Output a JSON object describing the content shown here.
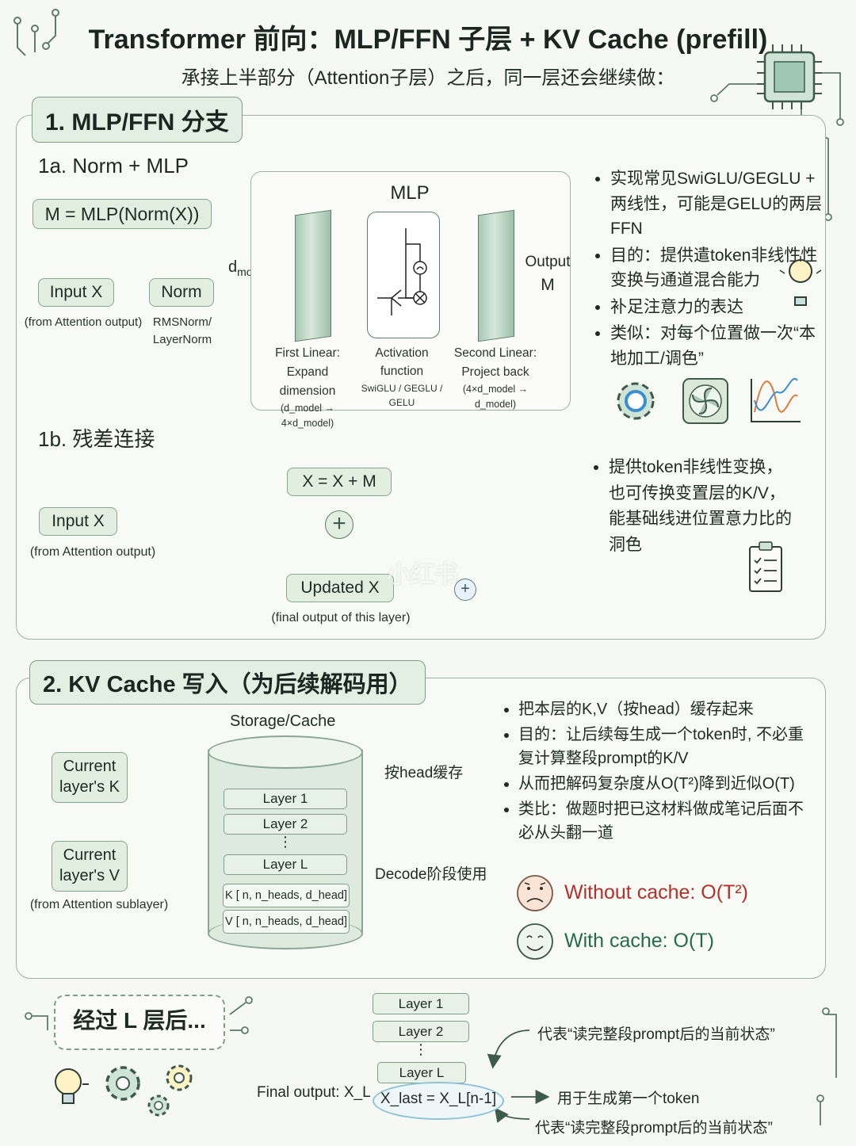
{
  "title": "Transformer 前向：MLP/FFN 子层 + KV Cache (prefill)",
  "subtitle": "承接上半部分（Attention子层）之后，同一层还会继续做：",
  "section1": {
    "heading": "1. MLP/FFN 分支",
    "sub_a": "1a. Norm + MLP",
    "formula": "M = MLP(Norm(X))",
    "input_label": "Input X",
    "input_note": "(from Attention output)",
    "norm_label": "Norm",
    "norm_note_1": "RMSNorm/",
    "norm_note_2": "LayerNorm",
    "dmodel_main": "d",
    "dmodel_sub": "model",
    "mlp_title": "MLP",
    "first_linear_1": "First Linear:",
    "first_linear_2": "Expand dimension",
    "first_linear_3": "(d_model → 4×d_model)",
    "activation_1": "Activation",
    "activation_2": "function",
    "activation_3": "SwiGLU / GEGLU /",
    "activation_4": "GELU",
    "second_linear_1": "Second Linear:",
    "second_linear_2": "Project back",
    "second_linear_3": "(4×d_model → d_model)",
    "output_label": "Output",
    "output_var": "M",
    "bullets_a": [
      "实现常见SwiGLU/GEGLU + 两线性，可能是GELU的两层FFN",
      "目的：提供遣token非线性性变换与通道混合能力",
      "补足注意力的表达",
      "类似：对每个位置做一次“本地加工/调色”"
    ],
    "sub_b": "1b. 残差连接",
    "residual_formula": "X = X + M",
    "input_b_label": "Input X",
    "input_b_note": "(from Attention output)",
    "plus": "+",
    "updated_label": "Updated X",
    "updated_note": "(final output of this layer)",
    "bullets_b": [
      "提供token非线性变换，也可传换变置层的K/V，能基础线进位置意力比的洞色"
    ]
  },
  "section2": {
    "heading": "2. KV Cache 写入（为后续解码用）",
    "storage_label": "Storage/Cache",
    "current_k_1": "Current",
    "current_k_2": "layer's K",
    "current_v_1": "Current",
    "current_v_2": "layer's V",
    "from_note": "(from Attention sublayer)",
    "layers": [
      "Layer 1",
      "Layer 2",
      "Layer L"
    ],
    "ellipsis": "⋮",
    "k_row": "K [ n, n_heads, d_head]",
    "v_row": "V [ n, n_heads, d_head]",
    "per_head": "按head缓存",
    "decode_use": "Decode阶段使用",
    "bullets": [
      "把本层的K,V（按head）缓存起来",
      "目的：让后续每生成一个token时, 不必重复计算整段prompt的K/V",
      "从而把解码复杂度从O(T²)降到近似O(T)",
      "类比：做题时把已这材料做成笔记后面不必从头翻一道"
    ],
    "without_cache": "Without cache: O(T²)",
    "with_cache": "With cache: O(T)"
  },
  "section3": {
    "after_label": "经过 L 层后...",
    "layers": [
      "Layer 1",
      "Layer 2",
      "Layer L"
    ],
    "ellipsis": "⋮",
    "final_output": "Final output: X_L",
    "xlast": "X_last = X_L[n-1]",
    "note_top": "代表“读完整段prompt后的当前状态”",
    "note_mid": "用于生成第一个token",
    "note_bot": "代表“读完整段prompt后的当前状态”"
  },
  "watermark": "小红书",
  "colors": {
    "accent": "#7f9e8a",
    "panel_border": "#9bb2a4",
    "pill_fill": "#e2eedf",
    "red": "#b5302a",
    "green": "#256b4a"
  },
  "icons": [
    "circuit-icon",
    "chip-icon",
    "lightbulb-icon",
    "gear-icon",
    "fan-icon",
    "wave-icon",
    "move-icon",
    "checklist-icon",
    "shuffle-icon",
    "sad-face-icon",
    "smile-face-icon",
    "curved-arrow-icon",
    "plus-circle-icon"
  ]
}
